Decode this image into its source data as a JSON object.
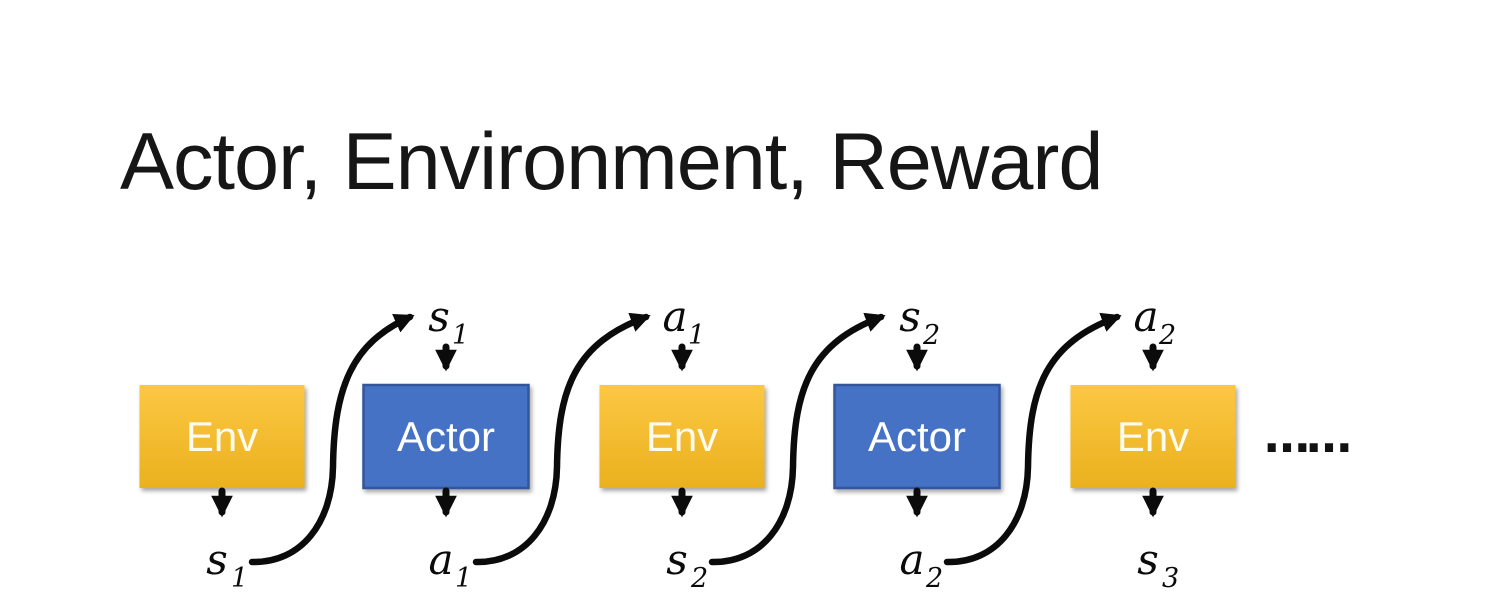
{
  "title": "Actor, Environment, Reward",
  "diagram": {
    "boxes": [
      {
        "label": "Env",
        "type": "env"
      },
      {
        "label": "Actor",
        "type": "actor"
      },
      {
        "label": "Env",
        "type": "env"
      },
      {
        "label": "Actor",
        "type": "actor"
      },
      {
        "label": "Env",
        "type": "env"
      }
    ],
    "top_labels": [
      {
        "base": "s",
        "sub": "1"
      },
      {
        "base": "a",
        "sub": "1"
      },
      {
        "base": "s",
        "sub": "2"
      },
      {
        "base": "a",
        "sub": "2"
      }
    ],
    "bottom_labels": [
      {
        "base": "s",
        "sub": "1"
      },
      {
        "base": "a",
        "sub": "1"
      },
      {
        "base": "s",
        "sub": "2"
      },
      {
        "base": "a",
        "sub": "2"
      },
      {
        "base": "s",
        "sub": "3"
      }
    ],
    "ellipsis": "……"
  },
  "colors": {
    "env_fill_top": "#FCC743",
    "env_fill_bottom": "#EAB11E",
    "env_text": "#FFFCEF",
    "actor_fill": "#4472C4",
    "actor_border": "#30549B",
    "actor_text": "#FFFFFF",
    "arrow": "#0B0B0B",
    "title_text": "#161616",
    "background": "#FFFFFF"
  }
}
